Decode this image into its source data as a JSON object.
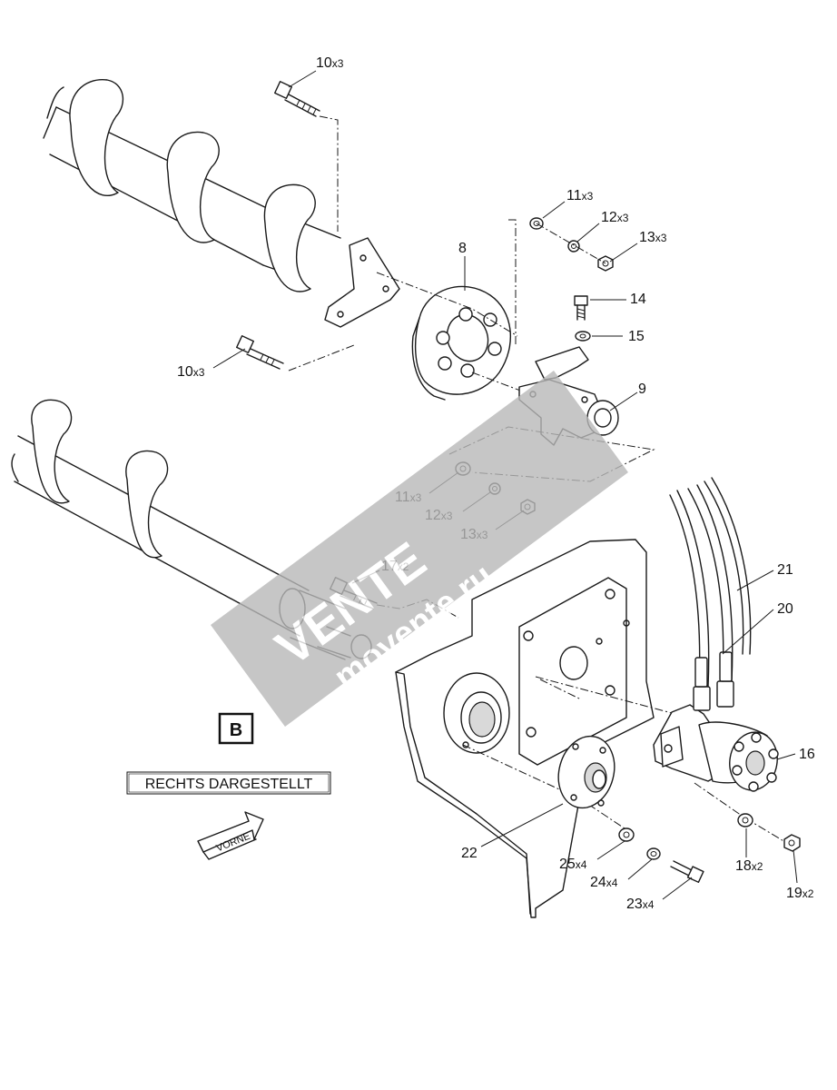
{
  "callouts": [
    {
      "id": "10a",
      "num": "10",
      "mult": "x3"
    },
    {
      "id": "10b",
      "num": "10",
      "mult": "x3"
    },
    {
      "id": "11a",
      "num": "11",
      "mult": "x3"
    },
    {
      "id": "12a",
      "num": "12",
      "mult": "x3"
    },
    {
      "id": "13a",
      "num": "13",
      "mult": "x3"
    },
    {
      "id": "8",
      "num": "8",
      "mult": ""
    },
    {
      "id": "14",
      "num": "14",
      "mult": ""
    },
    {
      "id": "15",
      "num": "15",
      "mult": ""
    },
    {
      "id": "9",
      "num": "9",
      "mult": ""
    },
    {
      "id": "11b",
      "num": "11",
      "mult": "x3"
    },
    {
      "id": "12b",
      "num": "12",
      "mult": "x3"
    },
    {
      "id": "13b",
      "num": "13",
      "mult": "x3"
    },
    {
      "id": "17",
      "num": "17",
      "mult": "x2"
    },
    {
      "id": "21",
      "num": "21",
      "mult": ""
    },
    {
      "id": "20",
      "num": "20",
      "mult": ""
    },
    {
      "id": "16",
      "num": "16",
      "mult": ""
    },
    {
      "id": "22",
      "num": "22",
      "mult": ""
    },
    {
      "id": "25",
      "num": "25",
      "mult": "x4"
    },
    {
      "id": "24",
      "num": "24",
      "mult": "x4"
    },
    {
      "id": "23",
      "num": "23",
      "mult": "x4"
    },
    {
      "id": "18",
      "num": "18",
      "mult": "x2"
    },
    {
      "id": "19",
      "num": "19",
      "mult": "x2"
    }
  ],
  "view_label": "B",
  "view_note": "RECHTS DARGESTELLT",
  "direction_label": "VORNE",
  "watermark": {
    "brand": "VENTE",
    "domain": "movente.ru"
  }
}
